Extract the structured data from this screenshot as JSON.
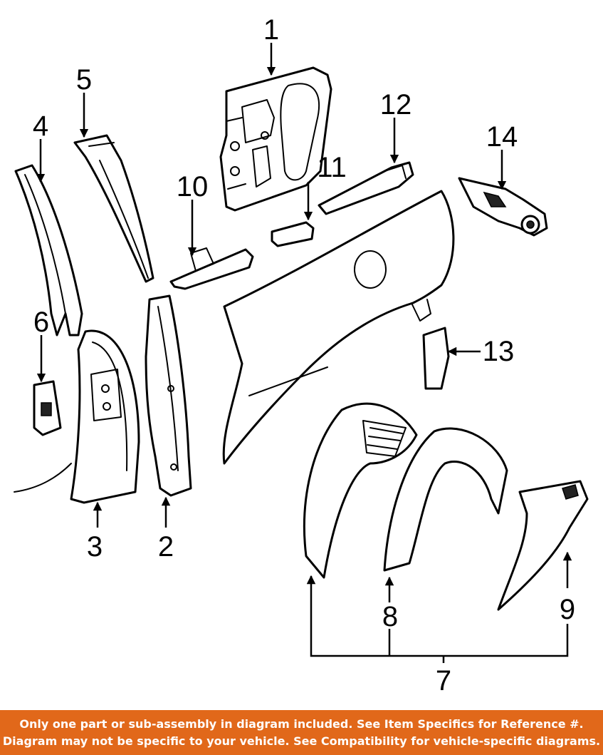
{
  "callouts": {
    "c1": "1",
    "c2": "2",
    "c3": "3",
    "c4": "4",
    "c5": "5",
    "c6": "6",
    "c7": "7",
    "c8": "8",
    "c9": "9",
    "c10": "10",
    "c11": "11",
    "c12": "12",
    "c13": "13",
    "c14": "14"
  },
  "banner": {
    "line1": "Only one part or sub-assembly in diagram included. See Item Specifics for Reference #.",
    "line2": "Diagram may not be specific to your vehicle. See Compatibility for vehicle-specific diagrams."
  },
  "colors": {
    "banner_bg": "#e1681a",
    "banner_text": "#ffffff",
    "line_art": "#000000"
  }
}
